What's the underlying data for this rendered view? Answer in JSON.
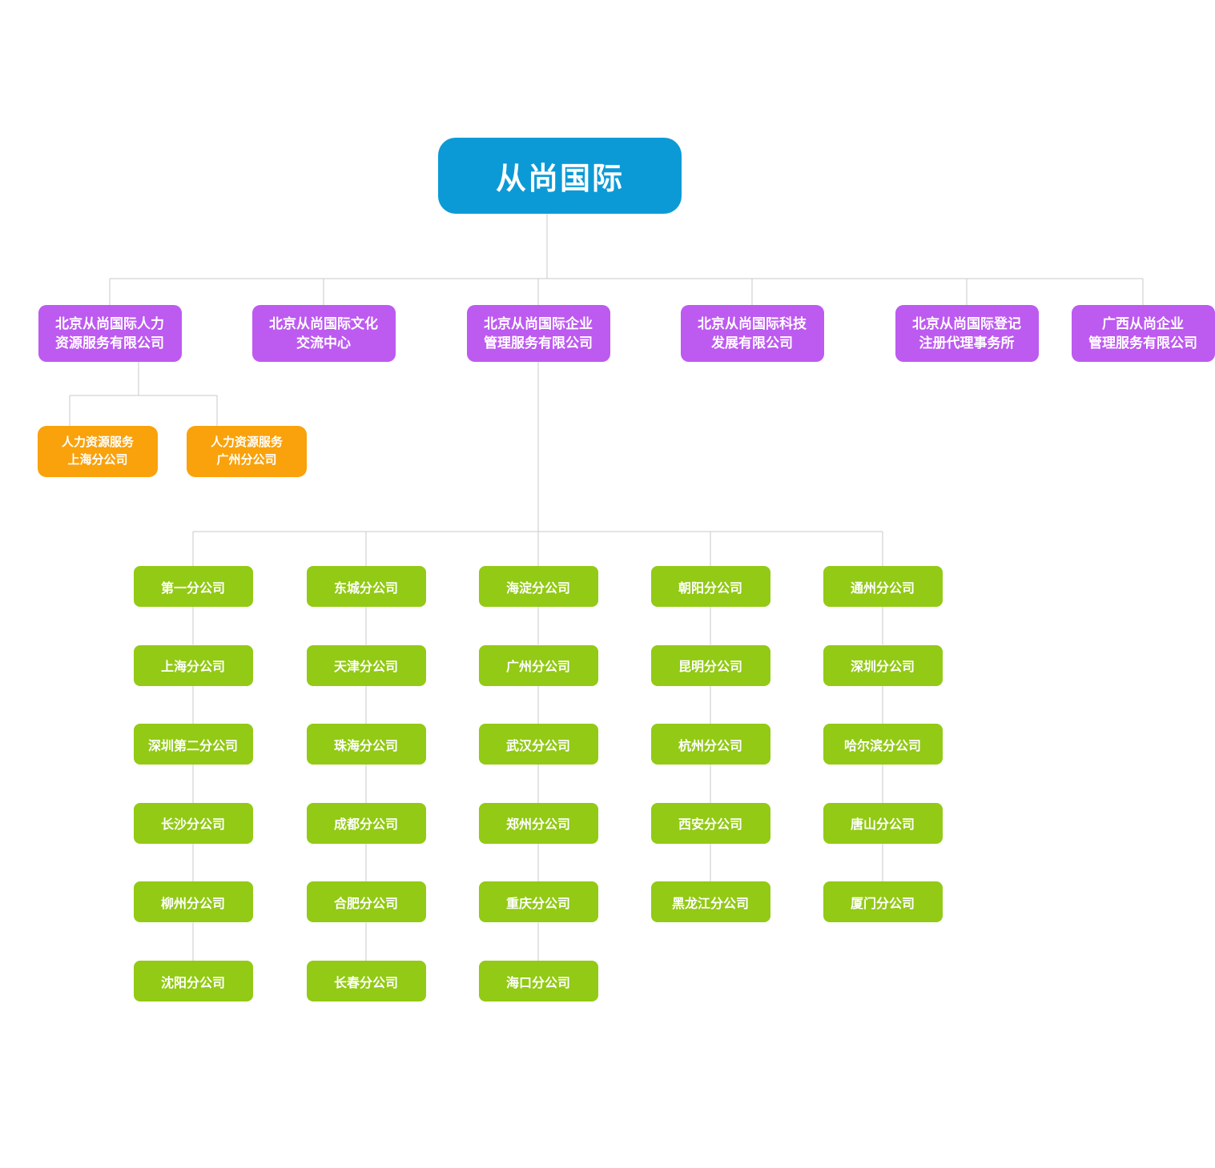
{
  "colors": {
    "root": "#0c9ad6",
    "subsidiary": "#bd5af0",
    "hr_branch": "#f9a20c",
    "city_branch": "#92ca15",
    "connector": "#c9c9c9",
    "node_text": "#ffffff",
    "background": "#ffffff"
  },
  "org": {
    "root_label": "从尚国际",
    "subsidiaries": [
      {
        "lines": [
          "北京从尚国际人力",
          "资源服务有限公司"
        ]
      },
      {
        "lines": [
          "北京从尚国际文化",
          "交流中心"
        ]
      },
      {
        "lines": [
          "北京从尚国际企业",
          "管理服务有限公司"
        ]
      },
      {
        "lines": [
          "北京从尚国际科技",
          "发展有限公司"
        ]
      },
      {
        "lines": [
          "北京从尚国际登记",
          "注册代理事务所"
        ]
      },
      {
        "lines": [
          "广西从尚企业",
          "管理服务有限公司"
        ]
      }
    ],
    "hr_branches": [
      {
        "lines": [
          "人力资源服务",
          "上海分公司"
        ]
      },
      {
        "lines": [
          "人力资源服务",
          "广州分公司"
        ]
      }
    ],
    "city_columns": [
      {
        "cities": [
          "第一分公司",
          "上海分公司",
          "深圳第二分公司",
          "长沙分公司",
          "柳州分公司",
          "沈阳分公司"
        ]
      },
      {
        "cities": [
          "东城分公司",
          "天津分公司",
          "珠海分公司",
          "成都分公司",
          "合肥分公司",
          "长春分公司"
        ]
      },
      {
        "cities": [
          "海淀分公司",
          "广州分公司",
          "武汉分公司",
          "郑州分公司",
          "重庆分公司",
          "海口分公司"
        ]
      },
      {
        "cities": [
          "朝阳分公司",
          "昆明分公司",
          "杭州分公司",
          "西安分公司",
          "黑龙江分公司"
        ]
      },
      {
        "cities": [
          "通州分公司",
          "深圳分公司",
          "哈尔滨分公司",
          "唐山分公司",
          "厦门分公司"
        ]
      }
    ]
  }
}
